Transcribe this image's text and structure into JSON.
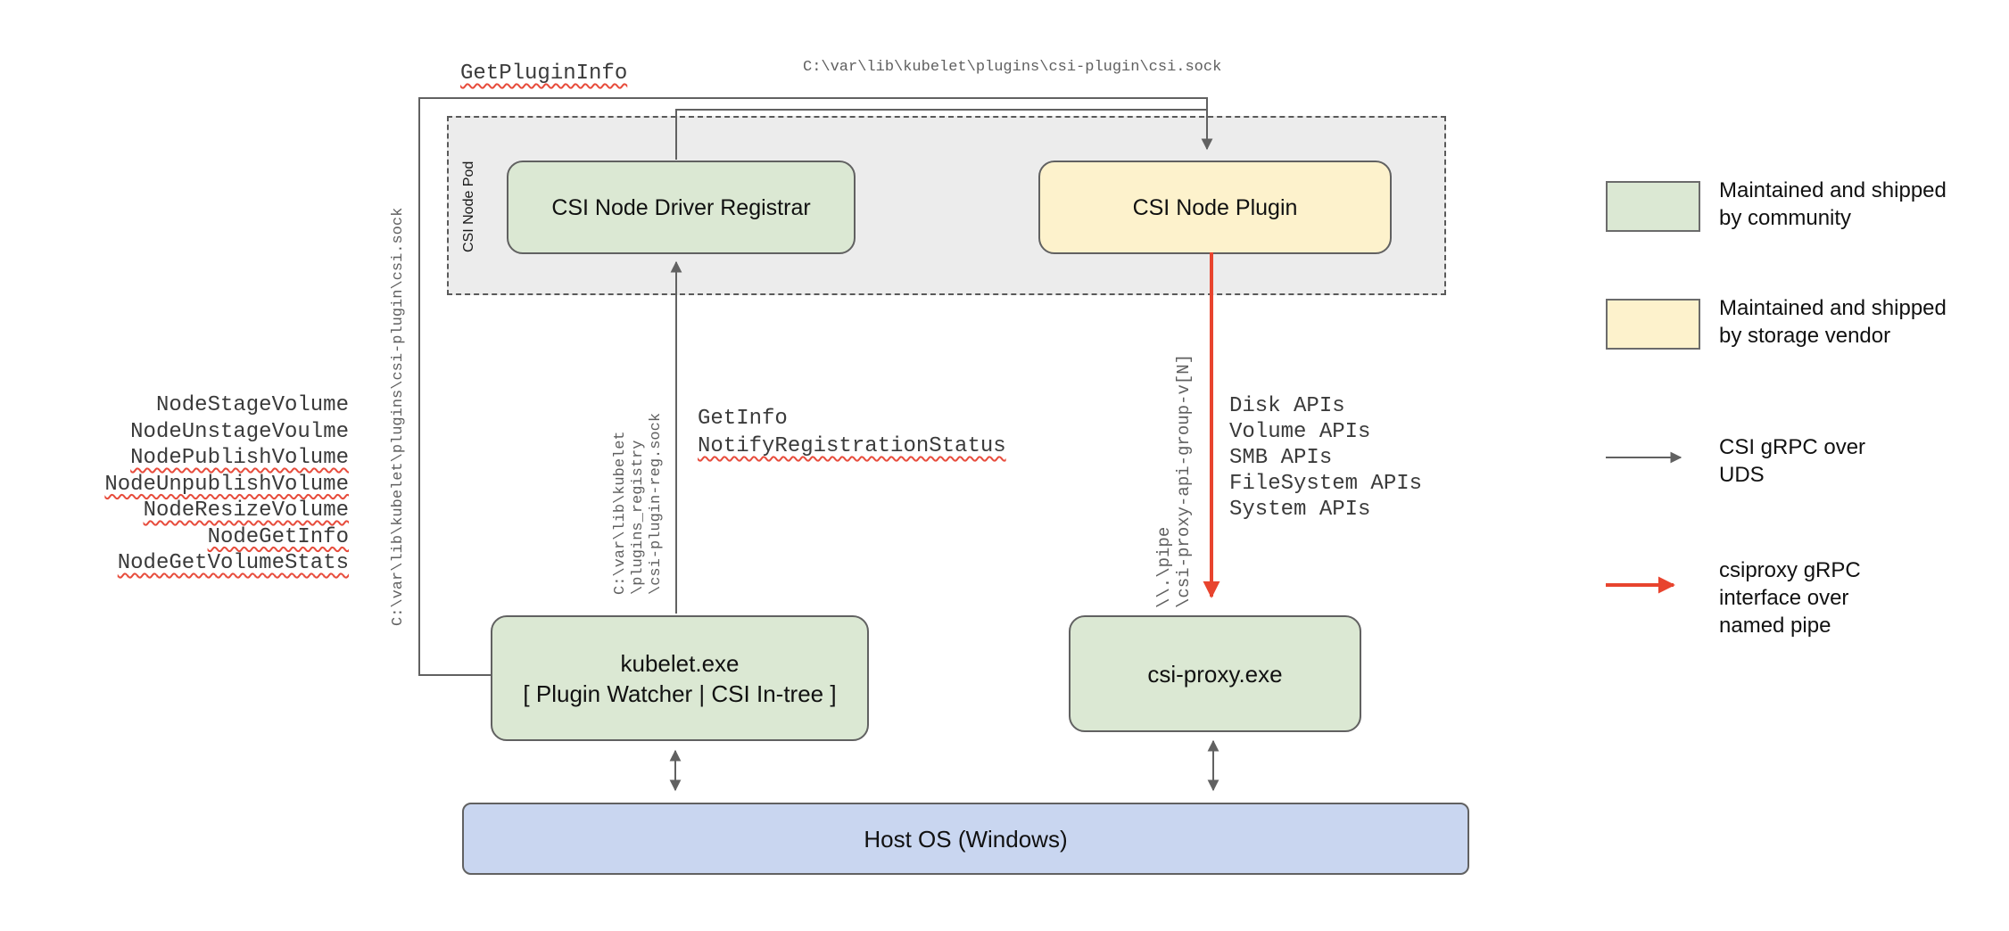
{
  "diagram": {
    "title_context": "CSI on Windows architecture",
    "pod": {
      "label": "CSI Node Pod"
    },
    "nodes": {
      "registrar": {
        "label": "CSI Node Driver Registrar"
      },
      "plugin": {
        "label": "CSI Node Plugin"
      },
      "kubelet": {
        "lines": [
          "kubelet.exe",
          "[ Plugin Watcher | CSI In-tree ]"
        ]
      },
      "csi_proxy": {
        "label": "csi-proxy.exe"
      },
      "host_os": {
        "label": "Host OS (Windows)"
      }
    },
    "labels": {
      "get_plugin_info": "GetPluginInfo",
      "top_socket_path": "C:\\var\\lib\\kubelet\\plugins\\csi-plugin\\csi.sock",
      "left_socket_path": "C:\\var\\lib\\kubelet\\plugins\\csi-plugin\\csi.sock",
      "registration_socket_lines": [
        "C:\\var\\lib\\kubelet",
        "\\plugins_registry",
        "\\csi-plugin-reg.sock"
      ],
      "named_pipe_lines": [
        "\\\\.\\pipe",
        "\\csi-proxy-api-group-v[N]"
      ],
      "get_info": "GetInfo",
      "notify_registration_status": "NotifyRegistrationStatus",
      "node_calls": [
        {
          "text": "NodeStageVolume",
          "squiggle": false
        },
        {
          "text": "NodeUnstageVoulme",
          "squiggle": false
        },
        {
          "text": "NodePublishVolume",
          "squiggle": true
        },
        {
          "text": "NodeUnpublishVolume",
          "squiggle": true
        },
        {
          "text": "NodeResizeVolume",
          "squiggle": true
        },
        {
          "text": "NodeGetInfo",
          "squiggle": true
        },
        {
          "text": "NodeGetVolumeStats",
          "squiggle": true
        }
      ],
      "api_calls": [
        "Disk APIs",
        "Volume APIs",
        "SMB APIs",
        "FileSystem APIs",
        "System APIs"
      ]
    },
    "legend": [
      {
        "type": "community-box",
        "lines": [
          "Maintained and shipped",
          "by community"
        ]
      },
      {
        "type": "vendor-box",
        "lines": [
          "Maintained and shipped",
          "by storage vendor"
        ]
      },
      {
        "type": "gray-arrow",
        "lines": [
          "CSI gRPC over",
          "UDS"
        ]
      },
      {
        "type": "red-arrow",
        "lines": [
          "csiproxy gRPC",
          "interface over",
          "named pipe"
        ]
      }
    ],
    "colors": {
      "community": "#dbe8d3",
      "vendor": "#fdf2cc",
      "host": "#c9d6f0",
      "podbg": "#ececec",
      "line": "#616161",
      "red": "#e8442e",
      "textdark": "#3a3a3a",
      "textgray": "#5f5f5f"
    }
  }
}
